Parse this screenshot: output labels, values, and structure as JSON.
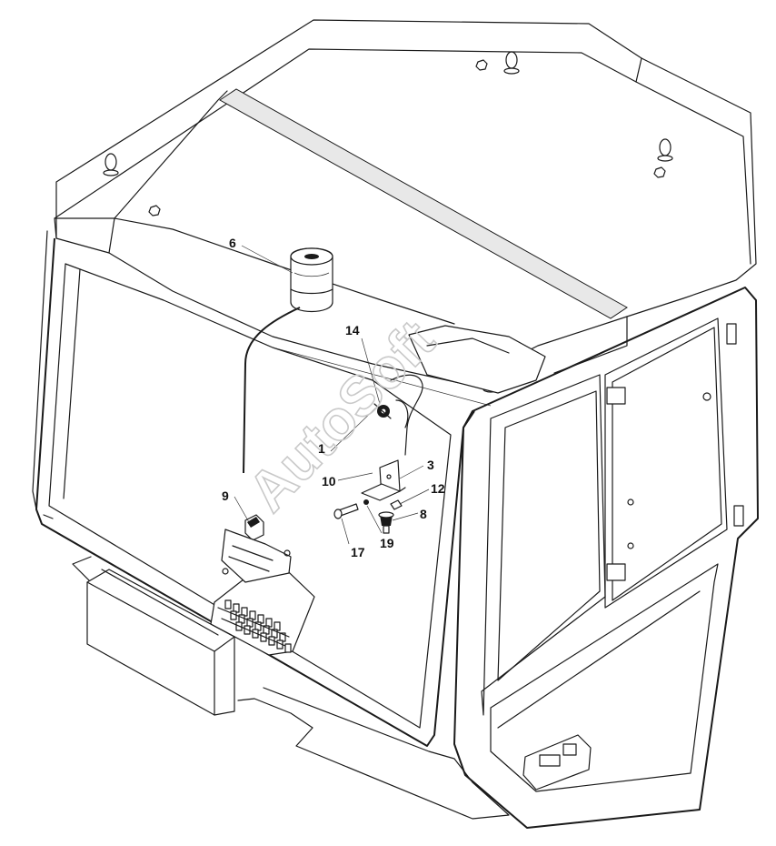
{
  "diagram": {
    "callouts": [
      {
        "id": "6",
        "label": "6"
      },
      {
        "id": "14",
        "label": "14"
      },
      {
        "id": "1",
        "label": "1"
      },
      {
        "id": "10",
        "label": "10"
      },
      {
        "id": "3",
        "label": "3"
      },
      {
        "id": "12",
        "label": "12"
      },
      {
        "id": "9",
        "label": "9"
      },
      {
        "id": "8",
        "label": "8"
      },
      {
        "id": "19",
        "label": "19"
      },
      {
        "id": "17",
        "label": "17"
      }
    ],
    "watermark": "AutoSoft"
  },
  "colors": {
    "line": "#1a1a1a",
    "background": "#ffffff",
    "watermark": "#c9c9c9"
  }
}
